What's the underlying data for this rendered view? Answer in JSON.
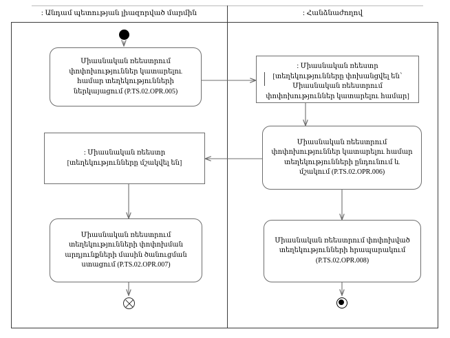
{
  "diagram": {
    "title_present": false,
    "type": "uml-activity-diagram",
    "stroke_color": "#6d6d6d",
    "frame_color": "#3a3a3a",
    "background": "#ffffff"
  },
  "lanes": [
    {
      "name": "member-state-authority",
      "label": ": Անդամ պետության լիազորված մարմին"
    },
    {
      "name": "commission",
      "label": ": Հանձնաժողով"
    }
  ],
  "nodes": {
    "initial": {
      "name": "initial-node",
      "label": ""
    },
    "action_005": {
      "label": "Միասնական ռեեստրում փոփոխություններ կատարելու համար տեղեկությունների ներկայացում (P.TS.02.OPR.005)",
      "code": "P.TS.02.OPR.005"
    },
    "object_registry_transferred": {
      "label": ": Միասնական ռեեստր [տեղեկությունները փոխանցվել են՝ Միասնական ռեեստրում փոփոխություններ կատարելու համար]"
    },
    "action_006": {
      "label": "Միասնական ռեեստրում փոփոխություններ կատարելու համար տեղեկությունների ընդունում և մշակում (P.TS.02.OPR.006)",
      "code": "P.TS.02.OPR.006"
    },
    "object_registry_processed": {
      "label": ": Միասնական ռեեստր [տեղեկությունները մշակվել են]"
    },
    "action_007": {
      "label": "Միասնական ռեեստրում տեղեկությունների փոփոխման արդյունքների մասին ծանուցման ստացում (P.TS.02.OPR.007)",
      "code": "P.TS.02.OPR.007"
    },
    "action_008": {
      "label": "Միասնական ռեեստրում փոփոխված տեղեկությունների հրապարակում (P.TS.02.OPR.008)",
      "code": "P.TS.02.OPR.008"
    },
    "flow_final": {
      "name": "flow-final-node",
      "label": ""
    },
    "activity_final": {
      "name": "activity-final-node",
      "label": ""
    }
  }
}
